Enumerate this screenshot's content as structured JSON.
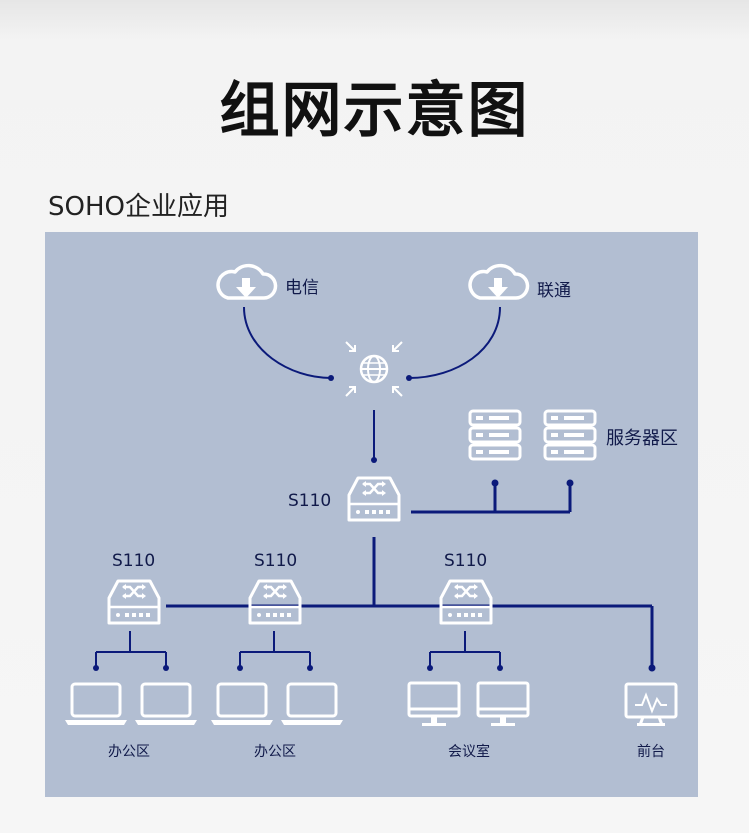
{
  "title": "组网示意图",
  "subtitle": "SOHO企业应用",
  "diagram": {
    "isp_left": "电信",
    "isp_right": "联通",
    "server_zone": "服务器区",
    "core_switch": "S110",
    "access_switch_1": "S110",
    "access_switch_2": "S110",
    "access_switch_3": "S110",
    "zone_office_1": "办公区",
    "zone_office_2": "办公区",
    "zone_meeting": "会议室",
    "zone_reception": "前台"
  },
  "colors": {
    "panel": "#b2bed2",
    "line": "#0b1a7a",
    "icon": "#ffffff"
  }
}
